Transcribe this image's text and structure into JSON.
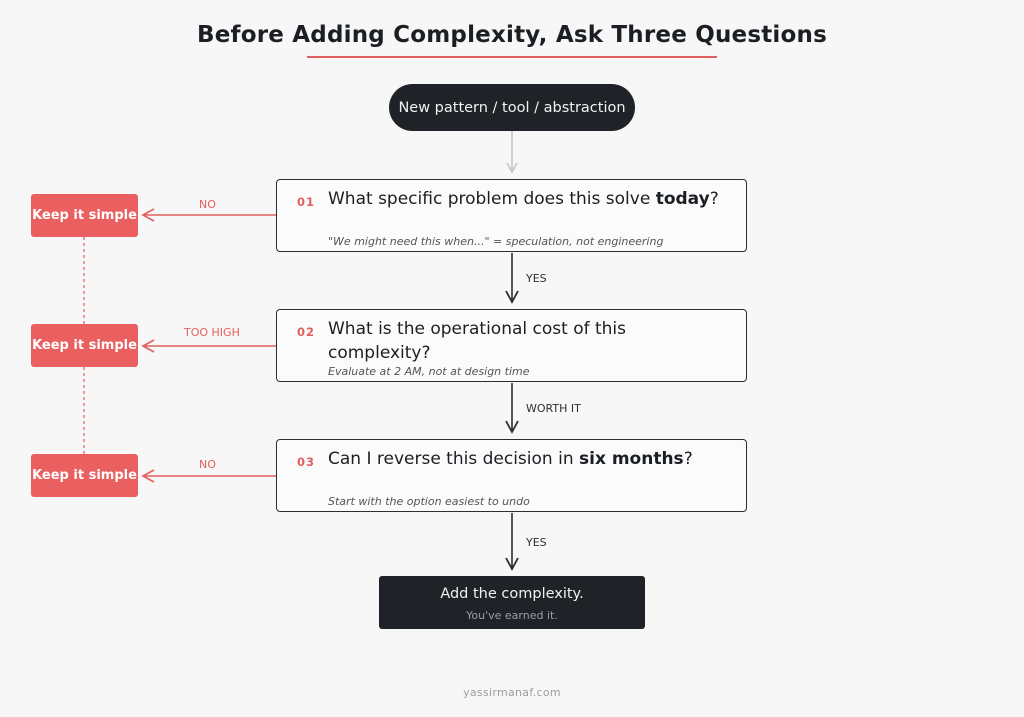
{
  "title": "Before Adding Complexity, Ask Three Questions",
  "start": {
    "label": "New pattern / tool / abstraction"
  },
  "questions": [
    {
      "number": "01",
      "text_before": "What specific problem does this solve ",
      "text_strong": "today",
      "text_after": "?",
      "note": "\"We might need this when...\" = speculation, not engineering"
    },
    {
      "number": "02",
      "text_before": "What is the operational cost of this complexity?",
      "text_strong": "",
      "text_after": "",
      "note": "Evaluate at 2 AM, not at design time"
    },
    {
      "number": "03",
      "text_before": "Can I reverse this decision in ",
      "text_strong": "six months",
      "text_after": "?",
      "note": "Start with the option easiest to undo"
    }
  ],
  "fallbacks": [
    {
      "label": "Keep it simple",
      "edge": "NO"
    },
    {
      "label": "Keep it simple",
      "edge": "TOO HIGH"
    },
    {
      "label": "Keep it simple",
      "edge": "NO"
    }
  ],
  "pass_edges": [
    "YES",
    "WORTH IT",
    "YES"
  ],
  "end": {
    "title": "Add the complexity.",
    "subtitle": "You've earned it."
  },
  "footer": "yassirmanaf.com",
  "colors": {
    "accent": "#e25f5f",
    "dark": "#1f2328",
    "background": "#f7f7f7"
  }
}
